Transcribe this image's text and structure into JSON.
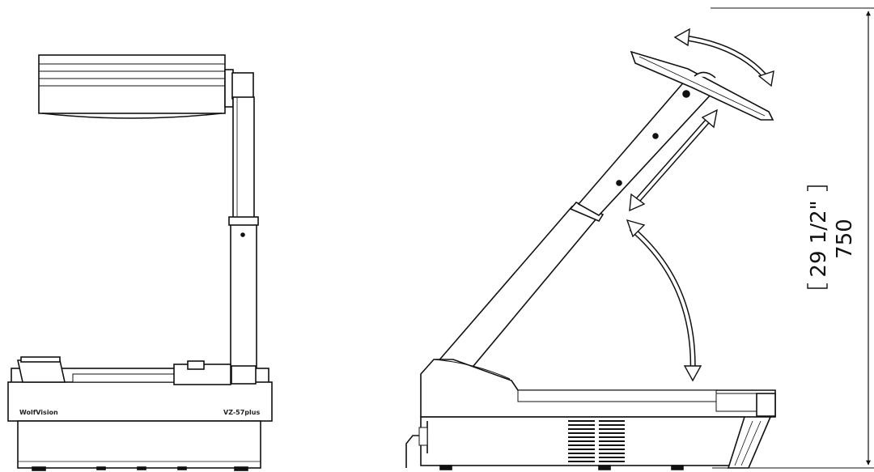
{
  "dimension": {
    "imperial": "29 1/2\"",
    "metric": "750"
  },
  "labels": {
    "brand_mark": "WolfVision",
    "model_mark": "VZ-57plus"
  }
}
